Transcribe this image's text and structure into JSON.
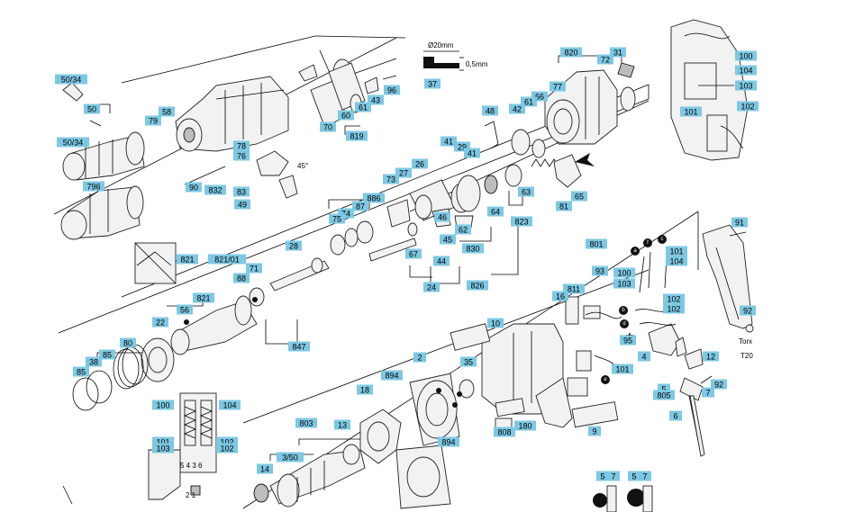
{
  "diagram": {
    "labels": [
      {
        "id": "l-50-34a",
        "text": "50/34"
      },
      {
        "id": "l-50",
        "text": "50"
      },
      {
        "id": "l-50-34b",
        "text": "50/34"
      },
      {
        "id": "l-796",
        "text": "796"
      },
      {
        "id": "l-58",
        "text": "58"
      },
      {
        "id": "l-79",
        "text": "79"
      },
      {
        "id": "l-78",
        "text": "78"
      },
      {
        "id": "l-76",
        "text": "76"
      },
      {
        "id": "l-90",
        "text": "90"
      },
      {
        "id": "l-832",
        "text": "832"
      },
      {
        "id": "l-83",
        "text": "83"
      },
      {
        "id": "l-49",
        "text": "49"
      },
      {
        "id": "l-37",
        "text": "37"
      },
      {
        "id": "l-96",
        "text": "96"
      },
      {
        "id": "l-43",
        "text": "43"
      },
      {
        "id": "l-61a",
        "text": "61"
      },
      {
        "id": "l-60",
        "text": "60"
      },
      {
        "id": "l-70",
        "text": "70"
      },
      {
        "id": "l-819",
        "text": "819"
      },
      {
        "id": "l-820",
        "text": "820"
      },
      {
        "id": "l-31",
        "text": "31"
      },
      {
        "id": "l-72",
        "text": "72"
      },
      {
        "id": "l-77",
        "text": "77"
      },
      {
        "id": "l-66",
        "text": "66"
      },
      {
        "id": "l-61b",
        "text": "61"
      },
      {
        "id": "l-42",
        "text": "42"
      },
      {
        "id": "l-48",
        "text": "48"
      },
      {
        "id": "l-41a",
        "text": "41"
      },
      {
        "id": "l-29",
        "text": "29"
      },
      {
        "id": "l-41b",
        "text": "41"
      },
      {
        "id": "l-26",
        "text": "26"
      },
      {
        "id": "l-27",
        "text": "27"
      },
      {
        "id": "l-73",
        "text": "73"
      },
      {
        "id": "l-886",
        "text": "886"
      },
      {
        "id": "l-87",
        "text": "87"
      },
      {
        "id": "l-74",
        "text": "74"
      },
      {
        "id": "l-75",
        "text": "75"
      },
      {
        "id": "l-63",
        "text": "63"
      },
      {
        "id": "l-65",
        "text": "65"
      },
      {
        "id": "l-81",
        "text": "81"
      },
      {
        "id": "l-64",
        "text": "64"
      },
      {
        "id": "l-823",
        "text": "823"
      },
      {
        "id": "l-62",
        "text": "62"
      },
      {
        "id": "l-830",
        "text": "830"
      },
      {
        "id": "l-46",
        "text": "46"
      },
      {
        "id": "l-45",
        "text": "45"
      },
      {
        "id": "l-44",
        "text": "44"
      },
      {
        "id": "l-67",
        "text": "67"
      },
      {
        "id": "l-24",
        "text": "24"
      },
      {
        "id": "l-826",
        "text": "826"
      },
      {
        "id": "l-28",
        "text": "28"
      },
      {
        "id": "l-821a",
        "text": "821"
      },
      {
        "id": "l-821-01",
        "text": "821/01"
      },
      {
        "id": "l-71",
        "text": "71"
      },
      {
        "id": "l-88",
        "text": "88"
      },
      {
        "id": "l-821b",
        "text": "821"
      },
      {
        "id": "l-56",
        "text": "56"
      },
      {
        "id": "l-22",
        "text": "22"
      },
      {
        "id": "l-80",
        "text": "80"
      },
      {
        "id": "l-85a",
        "text": "85"
      },
      {
        "id": "l-38",
        "text": "38"
      },
      {
        "id": "l-85b",
        "text": "85"
      },
      {
        "id": "l-847",
        "text": "847"
      },
      {
        "id": "l-100a",
        "text": "100"
      },
      {
        "id": "l-104a",
        "text": "104"
      },
      {
        "id": "l-101a",
        "text": "101"
      },
      {
        "id": "l-103a",
        "text": "103"
      },
      {
        "id": "l-102a",
        "text": "102"
      },
      {
        "id": "l-102b",
        "text": "102"
      },
      {
        "id": "l-100b",
        "text": "100"
      },
      {
        "id": "l-104b",
        "text": "104"
      },
      {
        "id": "l-103b",
        "text": "103"
      },
      {
        "id": "l-101b",
        "text": "101"
      },
      {
        "id": "l-102c",
        "text": "102"
      },
      {
        "id": "l-801",
        "text": "801"
      },
      {
        "id": "l-91",
        "text": "91"
      },
      {
        "id": "l-101c",
        "text": "101"
      },
      {
        "id": "l-104c",
        "text": "104"
      },
      {
        "id": "l-93",
        "text": "93"
      },
      {
        "id": "l-100c",
        "text": "100"
      },
      {
        "id": "l-103c",
        "text": "103"
      },
      {
        "id": "l-811",
        "text": "811"
      },
      {
        "id": "l-16",
        "text": "16"
      },
      {
        "id": "l-102d",
        "text": "102"
      },
      {
        "id": "l-102e",
        "text": "102"
      },
      {
        "id": "l-92a",
        "text": "92"
      },
      {
        "id": "l-10",
        "text": "10"
      },
      {
        "id": "l-95",
        "text": "95"
      },
      {
        "id": "l-4",
        "text": "4"
      },
      {
        "id": "l-12",
        "text": "12"
      },
      {
        "id": "l-101d",
        "text": "101"
      },
      {
        "id": "l-92b",
        "text": "92"
      },
      {
        "id": "l-5",
        "text": "5"
      },
      {
        "id": "l-805",
        "text": "805"
      },
      {
        "id": "l-7a",
        "text": "7"
      },
      {
        "id": "l-6",
        "text": "6"
      },
      {
        "id": "l-2",
        "text": "2"
      },
      {
        "id": "l-35",
        "text": "35"
      },
      {
        "id": "l-894a",
        "text": "894"
      },
      {
        "id": "l-18",
        "text": "18"
      },
      {
        "id": "l-13",
        "text": "13"
      },
      {
        "id": "l-803",
        "text": "803"
      },
      {
        "id": "l-3-50",
        "text": "3/50"
      },
      {
        "id": "l-14",
        "text": "14"
      },
      {
        "id": "l-894b",
        "text": "894"
      },
      {
        "id": "l-808",
        "text": "808"
      },
      {
        "id": "l-180",
        "text": "180"
      },
      {
        "id": "l-9",
        "text": "9"
      },
      {
        "id": "l-5b",
        "text": "5"
      },
      {
        "id": "l-7b",
        "text": "7"
      },
      {
        "id": "l-5c",
        "text": "5"
      },
      {
        "id": "l-7c",
        "text": "7"
      }
    ],
    "annotations": {
      "diameter": "Ø20mm",
      "thickness": "0,5mm",
      "angle": "45°",
      "torx": "Torx",
      "torx_size": "T20",
      "inset_nums": "5 4 3 6",
      "inset_nums2": "2 1",
      "a": "a",
      "b": "b",
      "c": "c",
      "d": "d",
      "e": "e",
      "f": "f"
    }
  }
}
